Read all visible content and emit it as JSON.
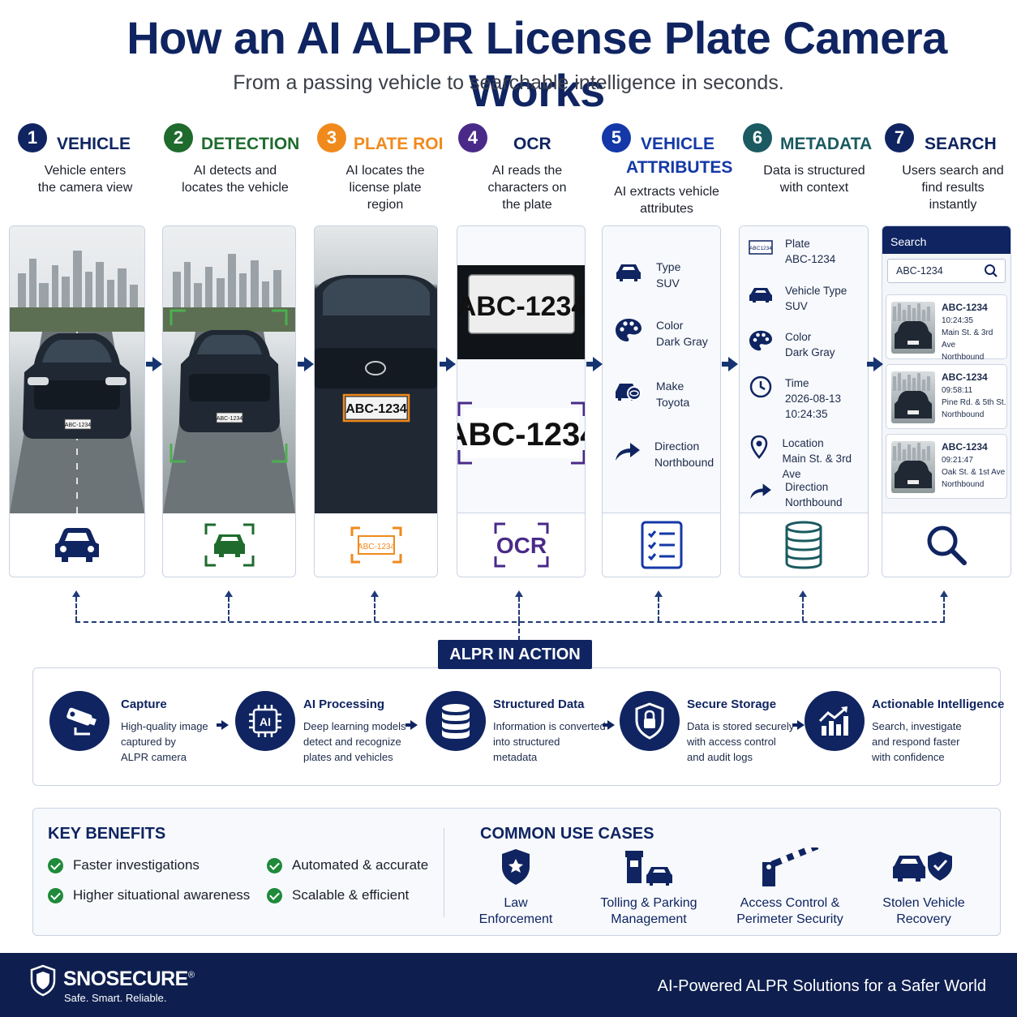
{
  "title": "How an AI ALPR License Plate Camera Works",
  "subtitle": "From a passing vehicle to searchable intelligence in seconds.",
  "colors": {
    "navy": "#0f2461",
    "step1": "#0f2461",
    "step2": "#1e6b2d",
    "step3": "#f08a1c",
    "step4": "#4a2a88",
    "step5": "#1438a8",
    "step6": "#1a5a60",
    "step7": "#0f2461",
    "check": "#1e8a3a"
  },
  "steps": [
    {
      "num": "1",
      "name": "VEHICLE",
      "desc_1": "Vehicle enters",
      "desc_2": "the camera view",
      "desc_3": ""
    },
    {
      "num": "2",
      "name": "DETECTION",
      "desc_1": "AI detects and",
      "desc_2": "locates the vehicle",
      "desc_3": ""
    },
    {
      "num": "3",
      "name": "PLATE ROI",
      "desc_1": "AI locates the",
      "desc_2": "license plate",
      "desc_3": "region"
    },
    {
      "num": "4",
      "name": "OCR",
      "desc_1": "AI reads the",
      "desc_2": "characters on",
      "desc_3": "the plate"
    },
    {
      "num": "5",
      "name_1": "VEHICLE",
      "name_2": "ATTRIBUTES",
      "desc_1": "AI extracts vehicle",
      "desc_2": "attributes"
    },
    {
      "num": "6",
      "name": "METADATA",
      "desc_1": "Data is structured",
      "desc_2": "with context",
      "desc_3": ""
    },
    {
      "num": "7",
      "name": "SEARCH",
      "desc_1": "Users search and",
      "desc_2": "find results",
      "desc_3": "instantly"
    }
  ],
  "plate": "ABC-1234",
  "ocr_label": "OCR",
  "attributes": [
    {
      "label": "Type",
      "value": "SUV",
      "icon": "car-icon"
    },
    {
      "label": "Color",
      "value": "Dark Gray",
      "icon": "palette-icon"
    },
    {
      "label": "Make",
      "value": "Toyota",
      "icon": "car-logo-icon"
    },
    {
      "label": "Direction",
      "value": "Northbound",
      "icon": "arrow-turn-icon"
    }
  ],
  "metadata": [
    {
      "label": "Plate",
      "value": "ABC-1234",
      "icon": "plate-icon",
      "plate_icon_text": "ABC1234"
    },
    {
      "label": "Vehicle Type",
      "value": "SUV",
      "icon": "car-icon"
    },
    {
      "label": "Color",
      "value": "Dark Gray",
      "icon": "palette-icon"
    },
    {
      "label": "Time",
      "value": "2026-08-13",
      "value_2": "10:24:35",
      "icon": "clock-icon"
    },
    {
      "label": "Location",
      "value": "Main St. & 3rd Ave",
      "icon": "pin-icon"
    },
    {
      "label": "Direction",
      "value": "Northbound",
      "icon": "arrow-turn-icon"
    }
  ],
  "search": {
    "header": "Search",
    "query": "ABC-1234",
    "results": [
      {
        "plate": "ABC-1234",
        "time": "10:24:35",
        "location": "Main St. & 3rd Ave",
        "direction": "Northbound"
      },
      {
        "plate": "ABC-1234",
        "time": "09:58:11",
        "location": "Pine Rd. & 5th St.",
        "direction": "Northbound"
      },
      {
        "plate": "ABC-1234",
        "time": "09:21:47",
        "location": "Oak St. & 1st Ave",
        "direction": "Northbound"
      }
    ]
  },
  "action": {
    "badge": "ALPR IN ACTION",
    "items": [
      {
        "title": "Capture",
        "d1": "High-quality image",
        "d2": "captured by",
        "d3": "ALPR camera",
        "icon": "camera-icon"
      },
      {
        "title": "AI Processing",
        "d1": "Deep learning models",
        "d2": "detect and recognize",
        "d3": "plates and vehicles",
        "icon": "ai-chip-icon",
        "icon_text": "AI"
      },
      {
        "title": "Structured Data",
        "d1": "Information is converted",
        "d2": "into structured",
        "d3": "metadata",
        "icon": "database-icon"
      },
      {
        "title": "Secure Storage",
        "d1": "Data is stored securely",
        "d2": "with access control",
        "d3": "and audit logs",
        "icon": "shield-lock-icon"
      },
      {
        "title": "Actionable Intelligence",
        "d1": "Search, investigate",
        "d2": "and respond faster",
        "d3": "with confidence",
        "icon": "chart-icon"
      }
    ]
  },
  "benefits": {
    "title": "KEY BENEFITS",
    "items": [
      "Faster investigations",
      "Automated & accurate",
      "Higher situational awareness",
      "Scalable & efficient"
    ]
  },
  "use_cases": {
    "title": "COMMON USE CASES",
    "items": [
      {
        "l1": "Law",
        "l2": "Enforcement",
        "icon": "police-badge-icon"
      },
      {
        "l1": "Tolling & Parking",
        "l2": "Management",
        "icon": "toll-booth-icon"
      },
      {
        "l1": "Access Control &",
        "l2": "Perimeter Security",
        "icon": "barrier-gate-icon"
      },
      {
        "l1": "Stolen Vehicle",
        "l2": "Recovery",
        "icon": "car-shield-icon"
      }
    ]
  },
  "footer": {
    "brand": "SNOSECURE",
    "reg": "®",
    "tagline": "Safe. Smart. Reliable.",
    "right": "AI-Powered ALPR Solutions for a Safer World"
  }
}
